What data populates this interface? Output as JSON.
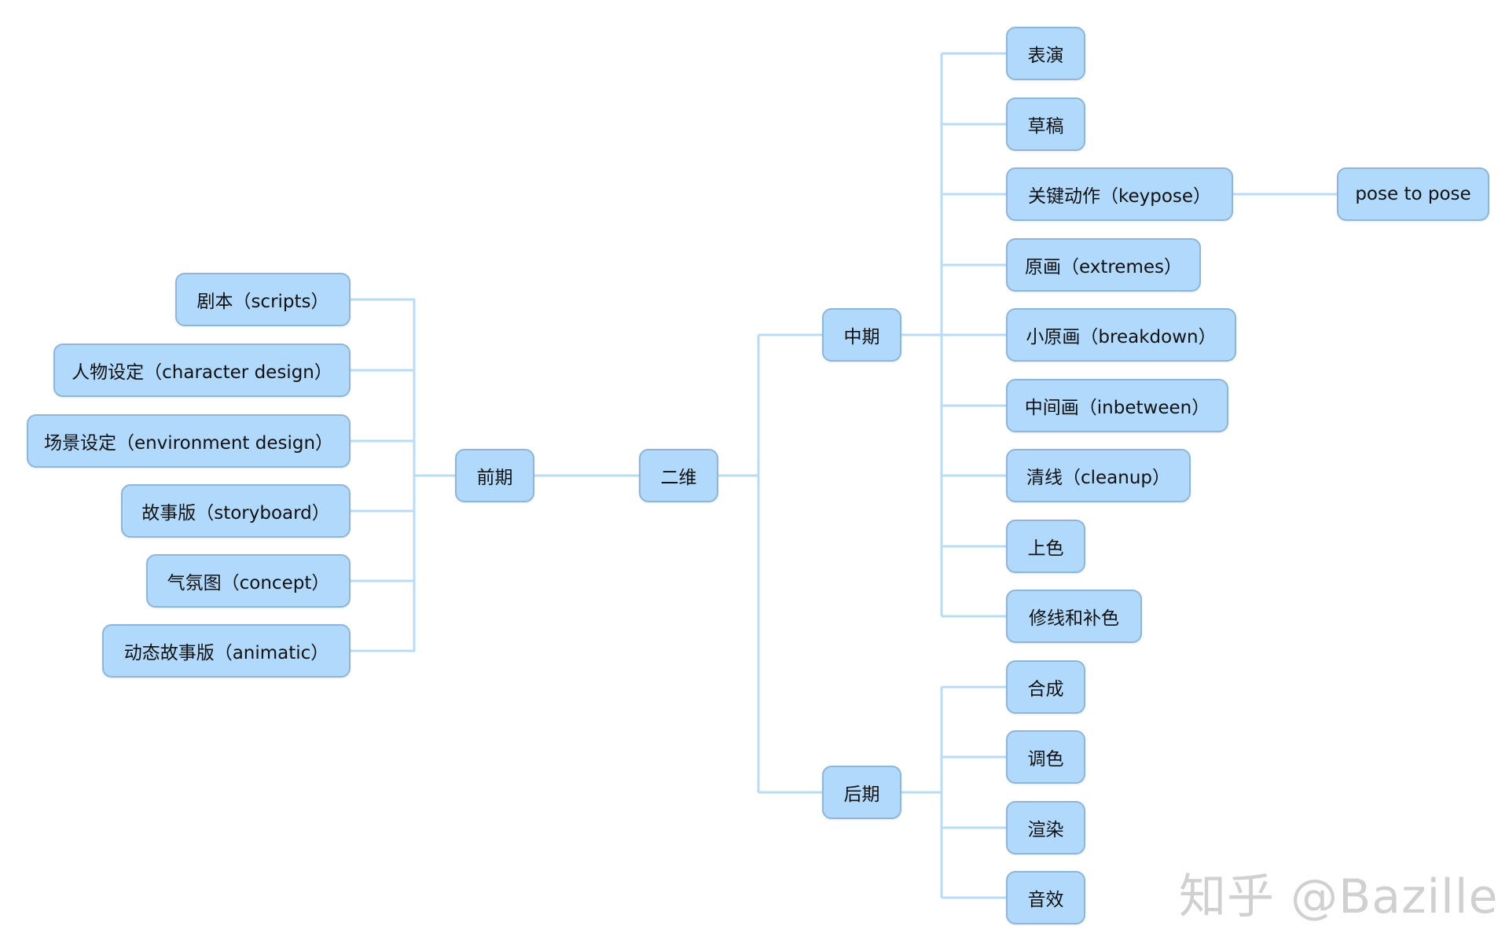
{
  "diagram": {
    "root": {
      "label": "二维"
    },
    "pre": {
      "label": "前期",
      "children": [
        {
          "label": "剧本（scripts）"
        },
        {
          "label": "人物设定（character design）"
        },
        {
          "label": "场景设定（environment design）"
        },
        {
          "label": "故事版（storyboard）"
        },
        {
          "label": "气氛图（concept）"
        },
        {
          "label": "动态故事版（animatic）"
        }
      ]
    },
    "mid": {
      "label": "中期",
      "children": [
        {
          "label": "表演"
        },
        {
          "label": "草稿"
        },
        {
          "label": "关键动作（keypose）"
        },
        {
          "label": "原画（extremes）"
        },
        {
          "label": "小原画（breakdown）"
        },
        {
          "label": "中间画（inbetween）"
        },
        {
          "label": "清线（cleanup）"
        },
        {
          "label": "上色"
        },
        {
          "label": "修线和补色"
        }
      ],
      "keypose_child": {
        "label": "pose to pose"
      }
    },
    "post": {
      "label": "后期",
      "children": [
        {
          "label": "合成"
        },
        {
          "label": "调色"
        },
        {
          "label": "渲染"
        },
        {
          "label": "音效"
        }
      ]
    }
  },
  "watermark": "知乎 @Bazille",
  "colors": {
    "node_fill": "#b0d9fb",
    "node_border": "#8fb5d8",
    "connector": "#b8dcf6"
  }
}
